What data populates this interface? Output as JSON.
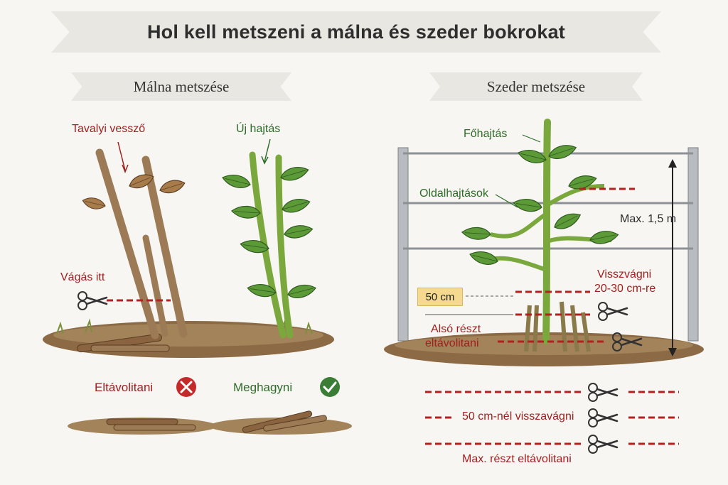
{
  "title": "Hol kell metszeni a málna és szeder bokrokat",
  "sections": {
    "raspberry": "Málna metszése",
    "blackberry": "Szeder metszése"
  },
  "raspberry": {
    "old_cane": "Tavalyi vessző",
    "new_shoot": "Új hajtás",
    "cut_here": "Vágás itt",
    "remove": "Eltávolitani",
    "keep": "Meghagyni"
  },
  "blackberry": {
    "main_shoot": "Főhajtás",
    "side_shoots": "Oldalhajtások",
    "max_height": "Max. 1,5 m",
    "cut_back_line1": "Visszvágni",
    "cut_back_line2": "20-30 cm-re",
    "badge_50": "50 cm",
    "lower_line1": "Alsó részt",
    "lower_line2": "eltávolitani",
    "legend_50": "50 cm-nél visszavágni",
    "legend_max": "Max. részt eltávolitani"
  },
  "colors": {
    "cut_line": "#b3201f",
    "leaf": "#5c9a38",
    "old_leaf": "#a87c4a",
    "stem": "#7aa83d",
    "old_stem": "#9b7a55",
    "soil": "#8b6a45"
  }
}
